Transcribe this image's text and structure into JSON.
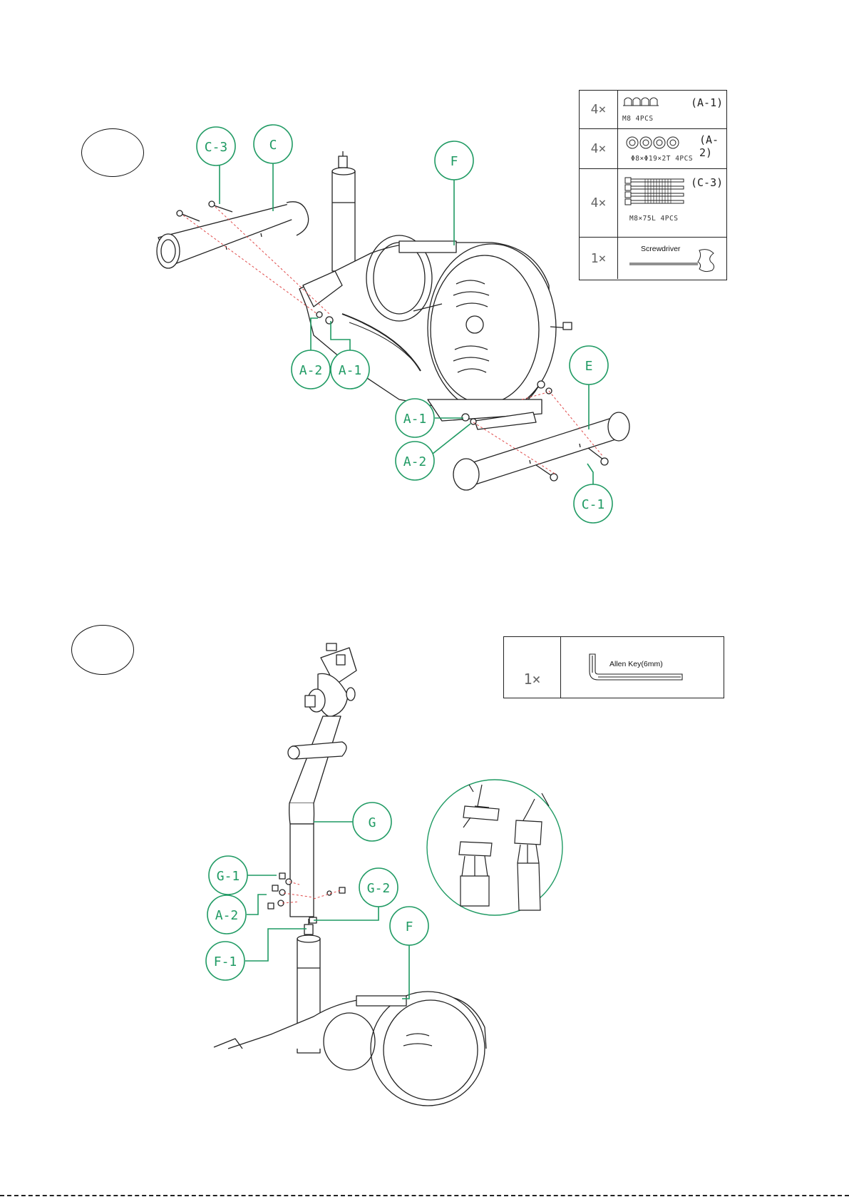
{
  "step1": {
    "callouts": {
      "c3": "C-3",
      "c": "C",
      "f": "F",
      "a2_left": "A-2",
      "a1_left": "A-1",
      "e": "E",
      "a1_right": "A-1",
      "a2_right": "A-2",
      "c1": "C-1"
    },
    "parts_table": [
      {
        "qty": "4×",
        "code": "(A-1)",
        "spec": "M8 4PCS"
      },
      {
        "qty": "4×",
        "code": "(A-2)",
        "spec": "Φ8×Φ19×2T 4PCS"
      },
      {
        "qty": "4×",
        "code": "(C-3)",
        "spec": "M8×75L 4PCS"
      },
      {
        "qty": "1×",
        "tool": "Screwdriver"
      }
    ]
  },
  "step2": {
    "callouts": {
      "g": "G",
      "g1": "G-1",
      "g2": "G-2",
      "a2": "A-2",
      "f1": "F-1",
      "f": "F"
    },
    "tool_table": {
      "qty": "1×",
      "tool": "Allen Key(6mm)"
    }
  },
  "colors": {
    "callout": "#1f9a63",
    "line": "#222222",
    "guide": "#e04a4a"
  }
}
